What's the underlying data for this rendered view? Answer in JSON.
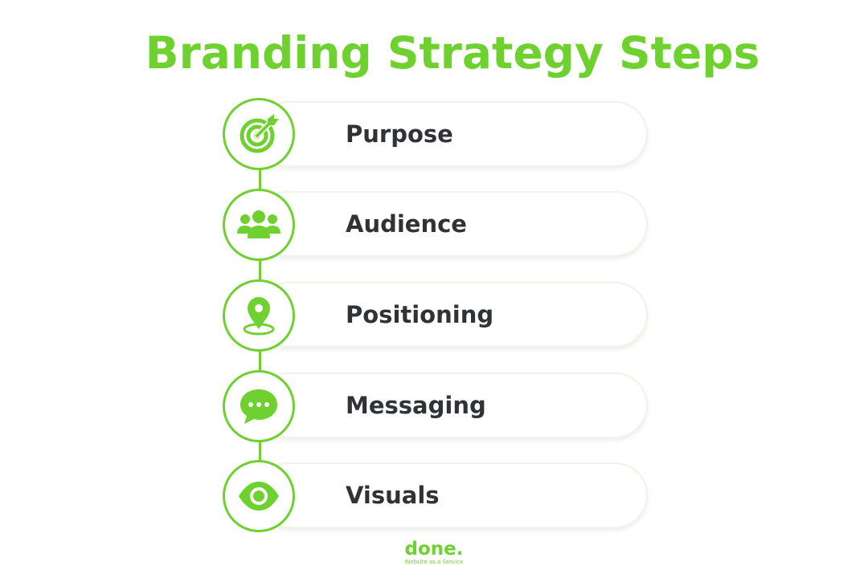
{
  "title": "Branding Strategy Steps",
  "accent_color": "#6fd130",
  "text_color": "#303336",
  "steps": [
    {
      "label": "Purpose",
      "icon": "target-icon"
    },
    {
      "label": "Audience",
      "icon": "people-icon"
    },
    {
      "label": "Positioning",
      "icon": "location-pin-icon"
    },
    {
      "label": "Messaging",
      "icon": "chat-bubble-icon"
    },
    {
      "label": "Visuals",
      "icon": "eye-icon"
    }
  ],
  "logo": {
    "wordmark": "done.",
    "tagline": "Website as a Service"
  }
}
